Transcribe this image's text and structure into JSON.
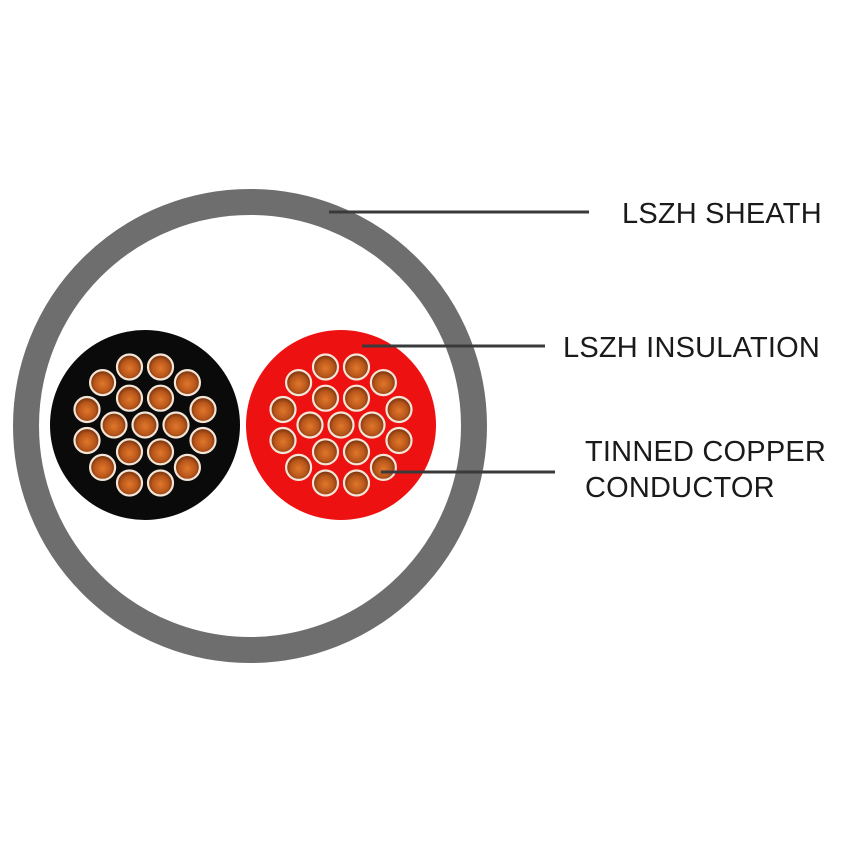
{
  "labels": {
    "sheath": "LSZH SHEATH",
    "insulation": "LSZH INSULATION",
    "conductor_line1": "TINNED COPPER",
    "conductor_line2": "CONDUCTOR"
  },
  "colors": {
    "background": "#ffffff",
    "sheath": "#6e6e6e",
    "core_black": "#0a0a0a",
    "core_red": "#ee1111",
    "strand_inner": "#b3501a",
    "strand_outer": "#ffffff",
    "leader_line": "#3a3a3a"
  },
  "cores": [
    {
      "name": "black-core",
      "color": "black",
      "strand_count": 19
    },
    {
      "name": "red-core",
      "color": "red",
      "strand_count": 19
    }
  ]
}
